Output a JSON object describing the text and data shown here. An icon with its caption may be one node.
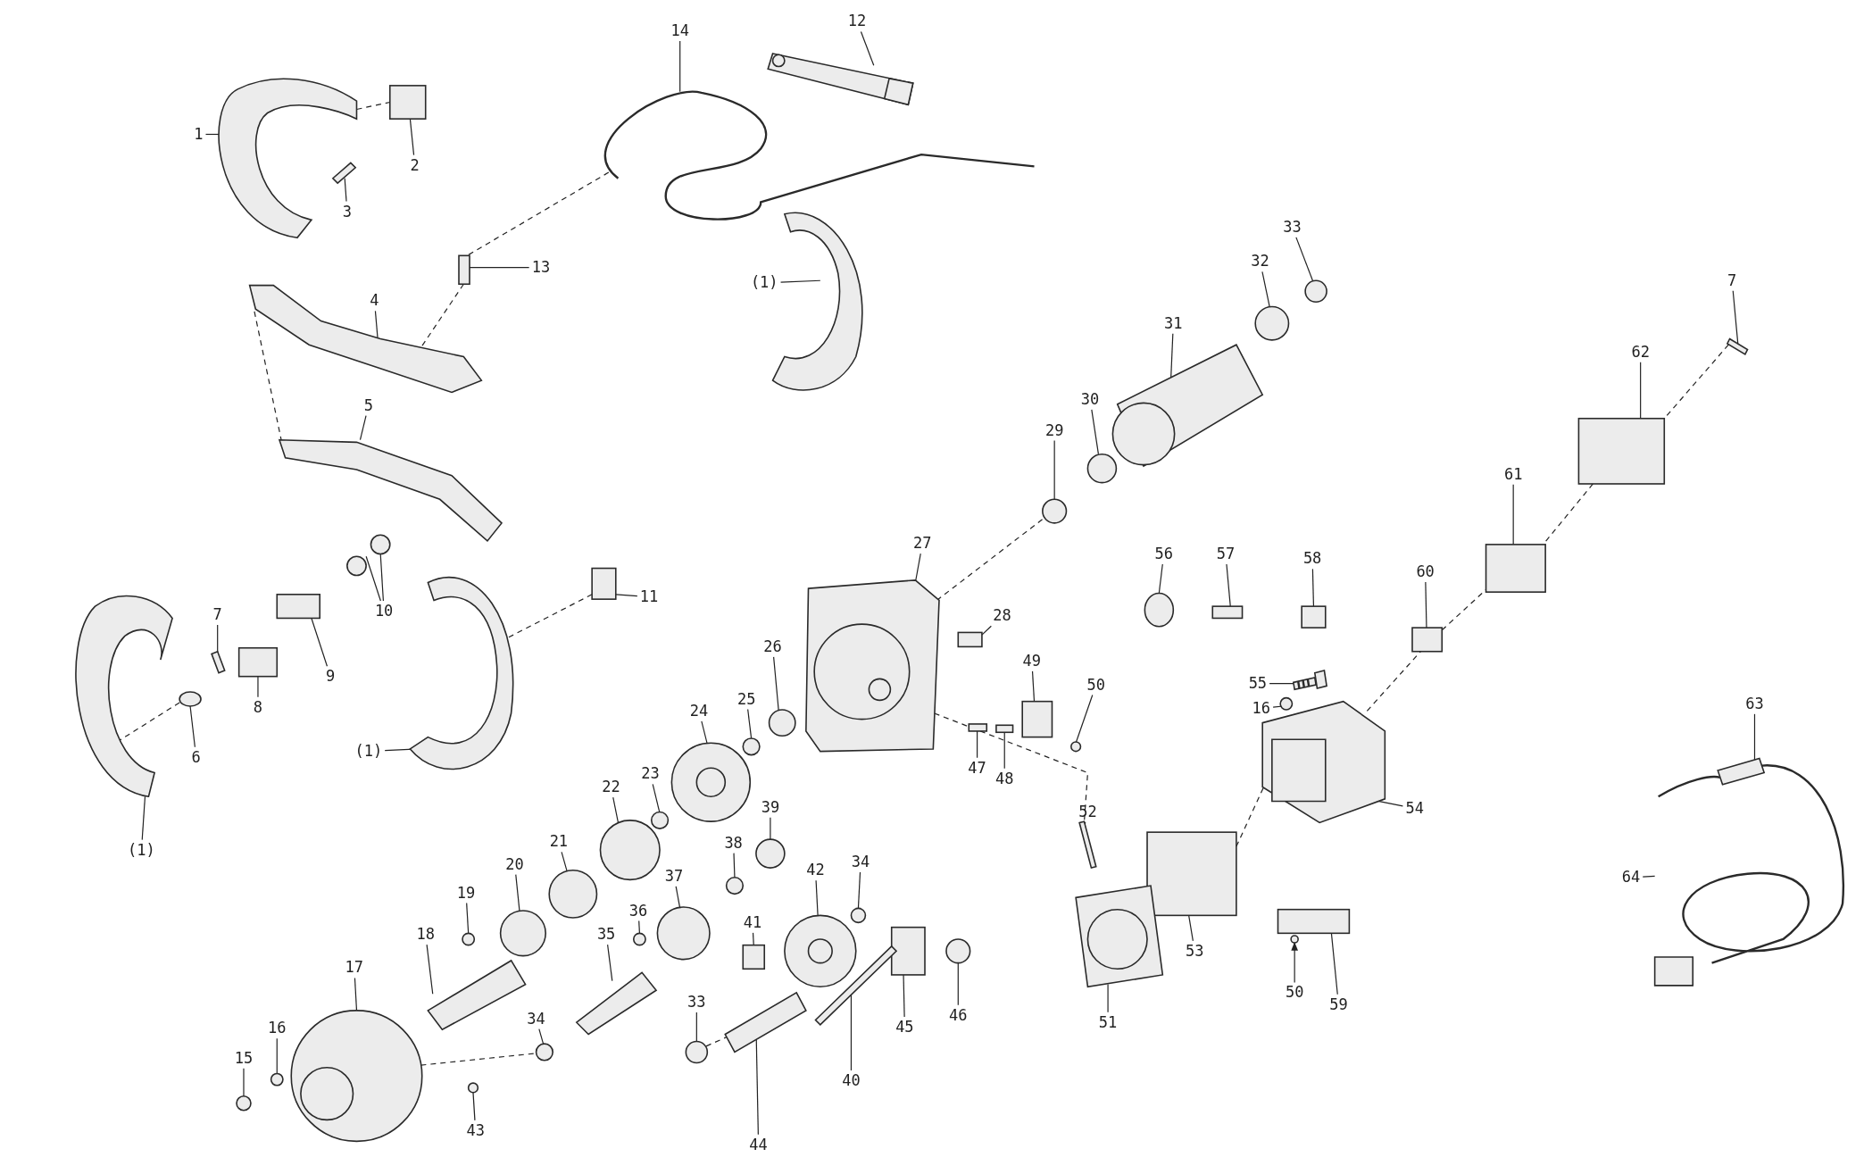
{
  "diagram": {
    "nodes": [
      {
        "text": [
          "1"
        ]
      },
      {
        "text": [
          "2"
        ]
      },
      {
        "text": [
          "3"
        ]
      },
      {
        "text": [
          "14"
        ]
      },
      {
        "text": [
          "12"
        ]
      },
      {
        "text": [
          "13"
        ]
      },
      {
        "text": [
          "(1)"
        ]
      },
      {
        "text": [
          "4"
        ]
      },
      {
        "text": [
          "33"
        ]
      },
      {
        "text": [
          "32"
        ]
      },
      {
        "text": [
          "31"
        ]
      },
      {
        "text": [
          "7"
        ]
      },
      {
        "text": [
          "62"
        ]
      },
      {
        "text": [
          "5"
        ]
      },
      {
        "text": [
          "30"
        ]
      },
      {
        "text": [
          "29"
        ]
      },
      {
        "text": [
          "61"
        ]
      },
      {
        "text": [
          "27"
        ]
      },
      {
        "text": [
          "56"
        ]
      },
      {
        "text": [
          "57"
        ]
      },
      {
        "text": [
          "58"
        ]
      },
      {
        "text": [
          "60"
        ]
      },
      {
        "text": [
          "11"
        ]
      },
      {
        "text": [
          "10"
        ]
      },
      {
        "text": [
          "7"
        ]
      },
      {
        "text": [
          "28"
        ]
      },
      {
        "text": [
          "26"
        ]
      },
      {
        "text": [
          "49"
        ]
      },
      {
        "text": [
          "9"
        ]
      },
      {
        "text": [
          "50"
        ]
      },
      {
        "text": [
          "55"
        ]
      },
      {
        "text": [
          "16"
        ]
      },
      {
        "text": [
          "8"
        ]
      },
      {
        "text": [
          "24"
        ]
      },
      {
        "text": [
          "25"
        ]
      },
      {
        "text": [
          "63"
        ]
      },
      {
        "text": [
          "6"
        ]
      },
      {
        "text": [
          "(1)"
        ]
      },
      {
        "text": [
          "47"
        ]
      },
      {
        "text": [
          "48"
        ]
      },
      {
        "text": [
          "22"
        ]
      },
      {
        "text": [
          "23"
        ]
      },
      {
        "text": [
          "39"
        ]
      },
      {
        "text": [
          "54"
        ]
      },
      {
        "text": [
          "52"
        ]
      },
      {
        "text": [
          "(1)"
        ]
      },
      {
        "text": [
          "21"
        ]
      },
      {
        "text": [
          "20"
        ]
      },
      {
        "text": [
          "38"
        ]
      },
      {
        "text": [
          "34"
        ]
      },
      {
        "text": [
          "42"
        ]
      },
      {
        "text": [
          "37"
        ]
      },
      {
        "text": [
          "64"
        ]
      },
      {
        "text": [
          "19"
        ]
      },
      {
        "text": [
          "36"
        ]
      },
      {
        "text": [
          "41"
        ]
      },
      {
        "text": [
          "35"
        ]
      },
      {
        "text": [
          "18"
        ]
      },
      {
        "text": [
          "17"
        ]
      },
      {
        "text": [
          "53"
        ]
      },
      {
        "text": [
          "50"
        ]
      },
      {
        "text": [
          "59"
        ]
      },
      {
        "text": [
          "46"
        ]
      },
      {
        "text": [
          "45"
        ]
      },
      {
        "text": [
          "33"
        ]
      },
      {
        "text": [
          "34"
        ]
      },
      {
        "text": [
          "51"
        ]
      },
      {
        "text": [
          "16"
        ]
      },
      {
        "text": [
          "15"
        ]
      },
      {
        "text": [
          "40"
        ]
      },
      {
        "text": [
          "43"
        ]
      },
      {
        "text": [
          "44"
        ]
      },
      {
        "text": [],
        "shape": "picture"
      },
      {
        "text": [],
        "shape": "box"
      },
      {
        "text": [],
        "shape": "picture"
      },
      {
        "text": [],
        "shape": "picture"
      },
      {
        "text": [],
        "shape": "picture"
      },
      {
        "text": [],
        "shape": "box"
      },
      {
        "text": [],
        "shape": "picture"
      },
      {
        "text": [],
        "shape": "picture"
      },
      {
        "text": [],
        "shape": "circle"
      },
      {
        "text": [],
        "shape": "circle"
      },
      {
        "text": [],
        "shape": "picture"
      },
      {
        "text": [],
        "shape": "picture"
      },
      {
        "text": [],
        "shape": "box"
      },
      {
        "text": [],
        "shape": "picture"
      },
      {
        "text": [],
        "shape": "circle"
      },
      {
        "text": [],
        "shape": "circle"
      },
      {
        "text": [],
        "shape": "box"
      },
      {
        "text": [],
        "shape": "picture"
      },
      {
        "text": [],
        "shape": "circle"
      },
      {
        "text": [],
        "shape": "box"
      },
      {
        "text": [],
        "shape": "box"
      },
      {
        "text": [],
        "shape": "box"
      },
      {
        "text": [],
        "shape": "box"
      },
      {
        "text": [],
        "shape": "circle"
      },
      {
        "text": [],
        "shape": "picture"
      },
      {
        "text": [],
        "shape": "box"
      },
      {
        "text": [],
        "shape": "circle"
      },
      {
        "text": [],
        "shape": "box"
      },
      {
        "text": [],
        "shape": "box"
      },
      {
        "text": [],
        "shape": "circle"
      },
      {
        "text": [],
        "shape": "picture"
      },
      {
        "text": [],
        "shape": "circle"
      },
      {
        "text": [],
        "shape": "box"
      },
      {
        "text": [],
        "shape": "picture"
      },
      {
        "text": [],
        "shape": "circle"
      },
      {
        "text": [],
        "shape": "picture"
      },
      {
        "text": [],
        "shape": "circle"
      },
      {
        "text": [],
        "shape": "picture"
      },
      {
        "text": [],
        "shape": "box"
      },
      {
        "text": [],
        "shape": "box"
      },
      {
        "text": [],
        "shape": "circle"
      },
      {
        "text": [],
        "shape": "circle"
      },
      {
        "text": [],
        "shape": "circle"
      },
      {
        "text": [],
        "shape": "picture"
      },
      {
        "text": [],
        "shape": "picture"
      },
      {
        "text": [],
        "shape": "picture"
      },
      {
        "text": [],
        "shape": "circle"
      },
      {
        "text": [],
        "shape": "circle"
      },
      {
        "text": [],
        "shape": "circle"
      },
      {
        "text": [],
        "shape": "circle"
      },
      {
        "text": [],
        "shape": "picture"
      },
      {
        "text": [],
        "shape": "circle"
      },
      {
        "text": [],
        "shape": "picture"
      },
      {
        "text": [],
        "shape": "circle"
      },
      {
        "text": [],
        "shape": "circle"
      },
      {
        "text": [],
        "shape": "box"
      },
      {
        "text": [],
        "shape": "picture"
      },
      {
        "text": [],
        "shape": "picture"
      },
      {
        "text": [],
        "shape": "picture"
      },
      {
        "text": [],
        "shape": "box"
      },
      {
        "text": [],
        "shape": "circle"
      },
      {
        "text": [],
        "shape": "box"
      },
      {
        "text": [],
        "shape": "circle"
      },
      {
        "text": [],
        "shape": "box"
      },
      {
        "text": [],
        "shape": "circle"
      },
      {
        "text": [],
        "shape": "circle"
      },
      {
        "text": [],
        "shape": "picture"
      },
      {
        "text": [],
        "shape": "circle"
      },
      {
        "text": [],
        "shape": "circle"
      },
      {
        "text": [],
        "shape": "picture"
      },
      {
        "text": [],
        "shape": "circle"
      },
      {
        "text": [],
        "shape": "picture"
      },
      {
        "text": [],
        "shape": "circle"
      }
    ],
    "edges": [
      {
        "from": 0,
        "to": 72,
        "arrow": "none"
      },
      {
        "from": 1,
        "to": 73,
        "arrow": "none"
      },
      {
        "from": 2,
        "to": 74,
        "arrow": "none"
      },
      {
        "from": 3,
        "to": 75,
        "arrow": "none"
      },
      {
        "from": 4,
        "to": 76,
        "arrow": "none"
      },
      {
        "from": 5,
        "to": 77,
        "arrow": "none"
      },
      {
        "from": 6,
        "to": 78,
        "arrow": "none"
      },
      {
        "from": 7,
        "to": 79,
        "arrow": "none"
      },
      {
        "from": 8,
        "to": 80,
        "arrow": "none"
      },
      {
        "from": 9,
        "to": 81,
        "arrow": "none"
      },
      {
        "from": 10,
        "to": 82,
        "arrow": "none"
      },
      {
        "from": 11,
        "to": 83,
        "arrow": "none"
      },
      {
        "from": 12,
        "to": 84,
        "arrow": "none"
      },
      {
        "from": 13,
        "to": 85,
        "arrow": "none"
      },
      {
        "from": 14,
        "to": 86,
        "arrow": "none"
      },
      {
        "from": 15,
        "to": 87,
        "arrow": "none"
      },
      {
        "from": 16,
        "to": 88,
        "arrow": "none"
      },
      {
        "from": 17,
        "to": 89,
        "arrow": "none"
      },
      {
        "from": 18,
        "to": 90,
        "arrow": "none"
      },
      {
        "from": 19,
        "to": 91,
        "arrow": "none"
      },
      {
        "from": 20,
        "to": 92,
        "arrow": "none"
      },
      {
        "from": 21,
        "to": 93,
        "arrow": "none"
      },
      {
        "from": 22,
        "to": 94,
        "arrow": "none"
      },
      {
        "from": 23,
        "to": 95,
        "arrow": "none"
      },
      {
        "from": 24,
        "to": 96,
        "arrow": "none"
      },
      {
        "from": 25,
        "to": 97,
        "arrow": "none"
      },
      {
        "from": 26,
        "to": 98,
        "arrow": "none"
      },
      {
        "from": 27,
        "to": 99,
        "arrow": "none"
      },
      {
        "from": 28,
        "to": 100,
        "arrow": "none"
      },
      {
        "from": 29,
        "to": 101,
        "arrow": "none"
      },
      {
        "from": 30,
        "to": 102,
        "arrow": "none"
      },
      {
        "from": 31,
        "to": 103,
        "arrow": "none"
      },
      {
        "from": 32,
        "to": 104,
        "arrow": "none"
      },
      {
        "from": 33,
        "to": 105,
        "arrow": "none"
      },
      {
        "from": 34,
        "to": 106,
        "arrow": "none"
      },
      {
        "from": 35,
        "to": 107,
        "arrow": "none"
      },
      {
        "from": 36,
        "to": 108,
        "arrow": "none"
      },
      {
        "from": 37,
        "to": 109,
        "arrow": "none"
      },
      {
        "from": 38,
        "to": 110,
        "arrow": "none"
      },
      {
        "from": 39,
        "to": 111,
        "arrow": "none"
      },
      {
        "from": 40,
        "to": 112,
        "arrow": "none"
      },
      {
        "from": 41,
        "to": 113,
        "arrow": "none"
      },
      {
        "from": 42,
        "to": 114,
        "arrow": "none"
      },
      {
        "from": 43,
        "to": 115,
        "arrow": "none"
      },
      {
        "from": 44,
        "to": 116,
        "arrow": "none"
      },
      {
        "from": 45,
        "to": 117,
        "arrow": "none"
      },
      {
        "from": 46,
        "to": 118,
        "arrow": "none"
      },
      {
        "from": 47,
        "to": 119,
        "arrow": "none"
      },
      {
        "from": 48,
        "to": 120,
        "arrow": "none"
      },
      {
        "from": 49,
        "to": 121,
        "arrow": "none"
      },
      {
        "from": 50,
        "to": 122,
        "arrow": "none"
      },
      {
        "from": 51,
        "to": 123,
        "arrow": "none"
      },
      {
        "from": 52,
        "to": 124,
        "arrow": "none"
      },
      {
        "from": 53,
        "to": 125,
        "arrow": "none"
      },
      {
        "from": 54,
        "to": 126,
        "arrow": "none"
      },
      {
        "from": 55,
        "to": 127,
        "arrow": "none"
      },
      {
        "from": 56,
        "to": 128,
        "arrow": "none"
      },
      {
        "from": 57,
        "to": 129,
        "arrow": "none"
      },
      {
        "from": 58,
        "to": 130,
        "arrow": "none"
      },
      {
        "from": 59,
        "to": 131,
        "arrow": "none"
      },
      {
        "from": 60,
        "to": 132,
        "arrow": "to"
      },
      {
        "from": 61,
        "to": 133,
        "arrow": "none"
      },
      {
        "from": 62,
        "to": 134,
        "arrow": "none"
      },
      {
        "from": 63,
        "to": 135,
        "arrow": "none"
      },
      {
        "from": 64,
        "to": 136,
        "arrow": "none"
      },
      {
        "from": 65,
        "to": 137,
        "arrow": "none"
      },
      {
        "from": 66,
        "to": 138,
        "arrow": "none"
      },
      {
        "from": 67,
        "to": 139,
        "arrow": "none"
      },
      {
        "from": 68,
        "to": 140,
        "arrow": "none"
      },
      {
        "from": 69,
        "to": 141,
        "arrow": "none"
      },
      {
        "from": 70,
        "to": 142,
        "arrow": "none"
      },
      {
        "from": 71,
        "to": 143,
        "arrow": "none"
      },
      {
        "from": 23,
        "to": 144,
        "arrow": "none"
      },
      {
        "from": 72,
        "to": 73,
        "arrow": "none",
        "style": "dashed"
      },
      {
        "from": 77,
        "to": 79,
        "arrow": "none",
        "style": "dashed"
      },
      {
        "from": 75,
        "to": 77,
        "arrow": "none",
        "style": "dashed"
      },
      {
        "from": 79,
        "to": 85,
        "arrow": "none",
        "style": "dashed"
      },
      {
        "from": 89,
        "to": 87,
        "arrow": "none",
        "style": "dashed"
      },
      {
        "from": 84,
        "to": 88,
        "arrow": "none",
        "style": "dashed"
      },
      {
        "from": 83,
        "to": 84,
        "arrow": "none",
        "style": "dashed"
      },
      {
        "from": 93,
        "to": 88,
        "arrow": "none",
        "style": "dashed"
      },
      {
        "from": 115,
        "to": 93,
        "arrow": "none",
        "style": "dashed"
      },
      {
        "from": 89,
        "to": 116,
        "arrow": "none",
        "style": "dashed"
      },
      {
        "from": 131,
        "to": 115,
        "arrow": "none",
        "style": "dashed"
      },
      {
        "from": 130,
        "to": 137,
        "arrow": "none",
        "style": "dashed"
      },
      {
        "from": 136,
        "to": 143,
        "arrow": "none",
        "style": "dashed"
      },
      {
        "from": 108,
        "to": 117,
        "arrow": "none",
        "style": "dashed"
      },
      {
        "from": 94,
        "to": 109,
        "arrow": "none",
        "style": "dashed"
      }
    ]
  }
}
